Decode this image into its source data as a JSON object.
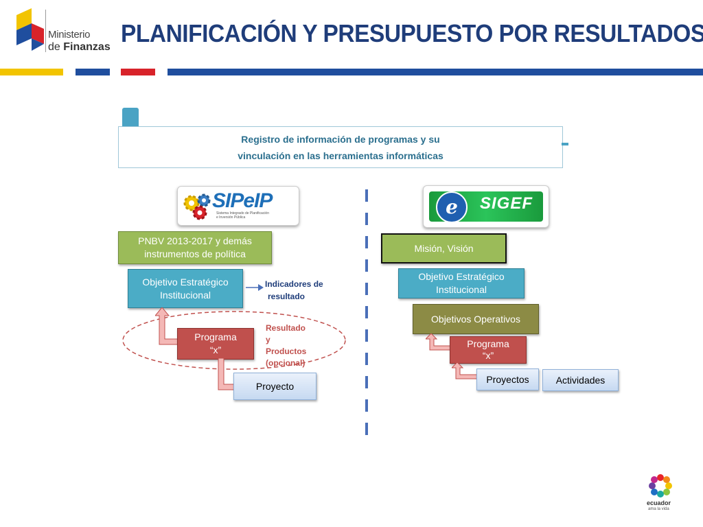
{
  "header": {
    "logo_line1": "Ministerio",
    "logo_line2_prefix": "de ",
    "logo_line2_bold": "Finanzas",
    "title": "PLANIFICACIÓN Y PRESUPUESTO POR RESULTADOS"
  },
  "registro": {
    "line1": "Registro de información de programas y su",
    "line2": "vinculación en las herramientas informáticas"
  },
  "left": {
    "logo_name": "SIPeIP",
    "logo_sub1": "Sistema Integrado de Planificación",
    "logo_sub2": "e Inversión Pública",
    "pnbv_line1": "PNBV 2013-2017 y demás",
    "pnbv_line2": "instrumentos de política",
    "objetivo_line1": "Objetivo Estratégico",
    "objetivo_line2": "Institucional",
    "indicadores_line1": "Indicadores de",
    "indicadores_line2": "resultado",
    "programa_line1": "Programa",
    "programa_line2": "“x”",
    "resultado_line1": "Resultado",
    "resultado_line2": "y",
    "resultado_line3": "Productos",
    "resultado_line4": "(opcional)",
    "proyecto": "Proyecto"
  },
  "right": {
    "logo_name": "SIGEF",
    "mision": "Misión, Visión",
    "objetivo_line1": "Objetivo Estratégico",
    "objetivo_line2": "Institucional",
    "operativos": "Objetivos Operativos",
    "programa_line1": "Programa",
    "programa_line2": "“x”",
    "proyectos": "Proyectos",
    "actividades": "Actividades"
  },
  "footer": {
    "brand": "ecuador",
    "tagline": "ama la vida"
  },
  "colors": {
    "title": "#1f3d7a",
    "green": "#9bbb59",
    "teal": "#4bacc6",
    "red": "#c0504d",
    "olive": "#8c8b45",
    "yellow": "#f2c400",
    "blue": "#1f4e9e"
  }
}
